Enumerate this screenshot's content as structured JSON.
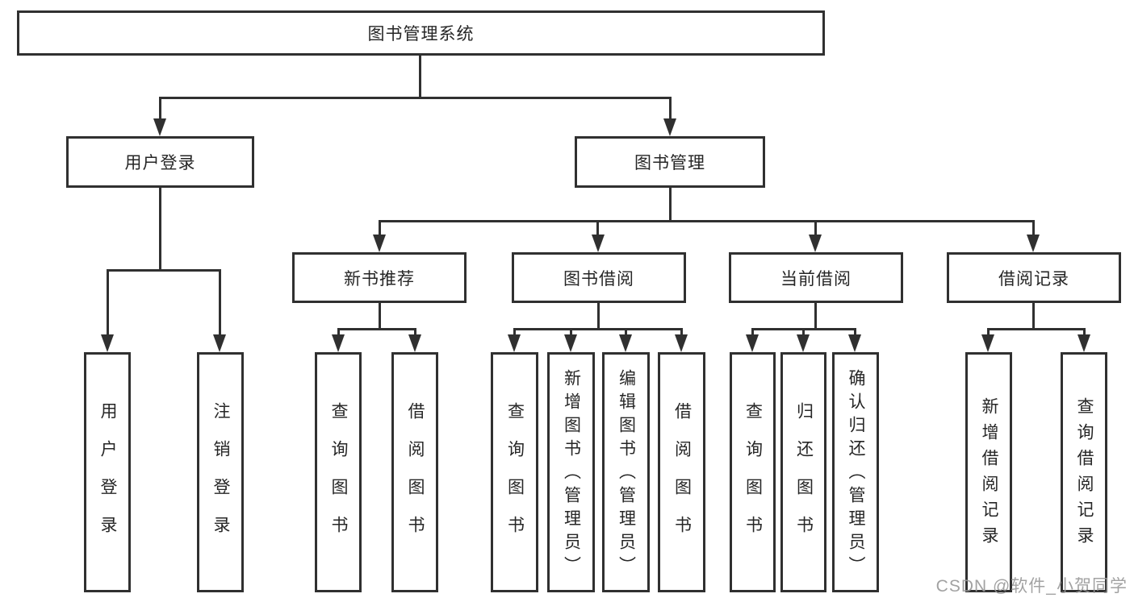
{
  "diagram": {
    "root": "图书管理系统",
    "branches": [
      "用户登录",
      "图书管理"
    ],
    "modules": [
      "新书推荐",
      "图书借阅",
      "当前借阅",
      "借阅记录"
    ],
    "leaves": {
      "login": [
        "用户登录",
        "注销登录"
      ],
      "recommend": [
        "查询图书",
        "借阅图书"
      ],
      "borrow": [
        "查询图书",
        "新增图书（管理员）",
        "编辑图书（管理员）",
        "借阅图书"
      ],
      "current": [
        "查询图书",
        "归还图书",
        "确认归还（管理员）"
      ],
      "records": [
        "新增借阅记录",
        "查询借阅记录"
      ]
    },
    "colors": {
      "line": "#303030",
      "border": "#303030",
      "text": "#262626",
      "background": "#ffffff",
      "watermark": "#989898"
    }
  },
  "watermark": "CSDN @软件_小贺同学"
}
